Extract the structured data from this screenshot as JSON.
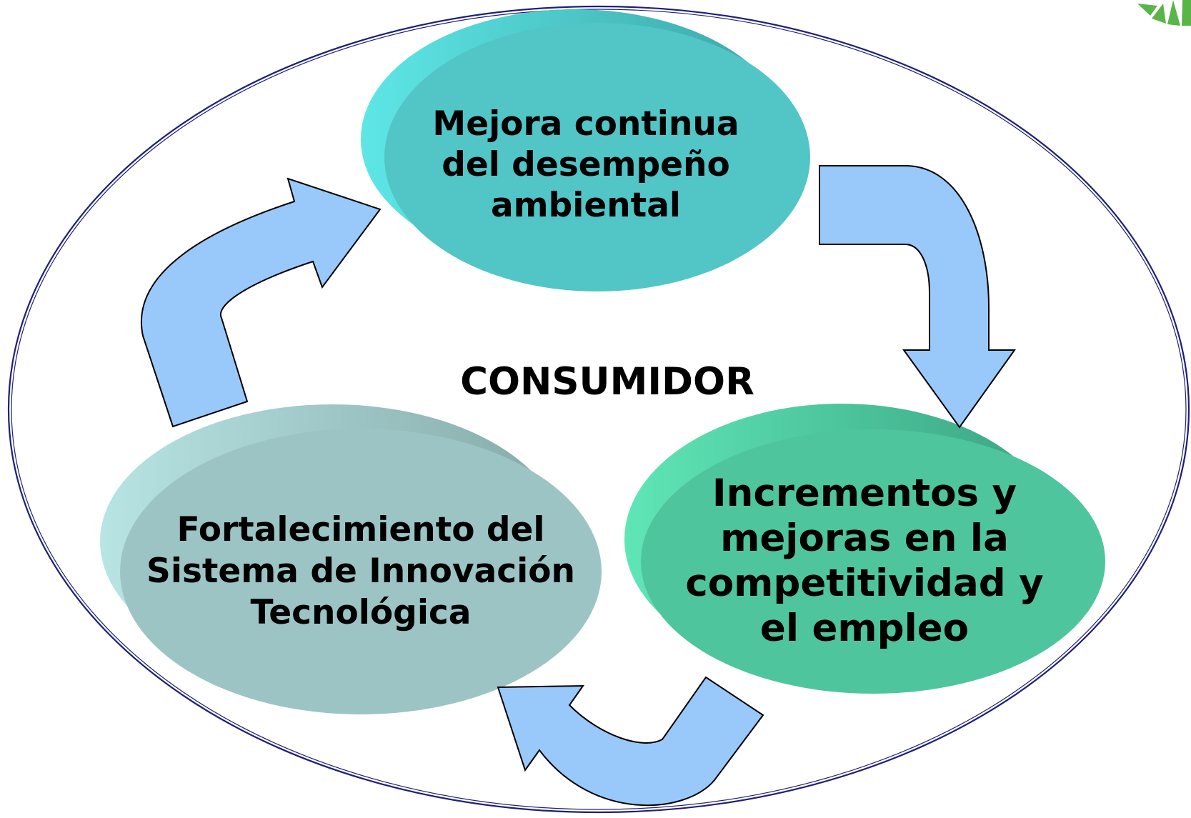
{
  "center": {
    "label": "CONSUMIDOR"
  },
  "nodes": {
    "top": {
      "label": "Mejora continua\n del desempeño\n ambiental",
      "color": "#52c5c6"
    },
    "right": {
      "label": "Incrementos y\nmejoras en la\ncompetitividad y\nel empleo",
      "color": "#4fc59d"
    },
    "left": {
      "label": "Fortalecimiento del\nSistema de Innovación\nTecnológica",
      "color": "#9dc4c4"
    }
  },
  "arrows": {
    "fill": "#99c9fb",
    "stroke": "#000000"
  },
  "outer_ellipse": {
    "stroke": "#1f1f7a"
  },
  "decorative": {
    "corner_logo_color": "#5ab548"
  }
}
